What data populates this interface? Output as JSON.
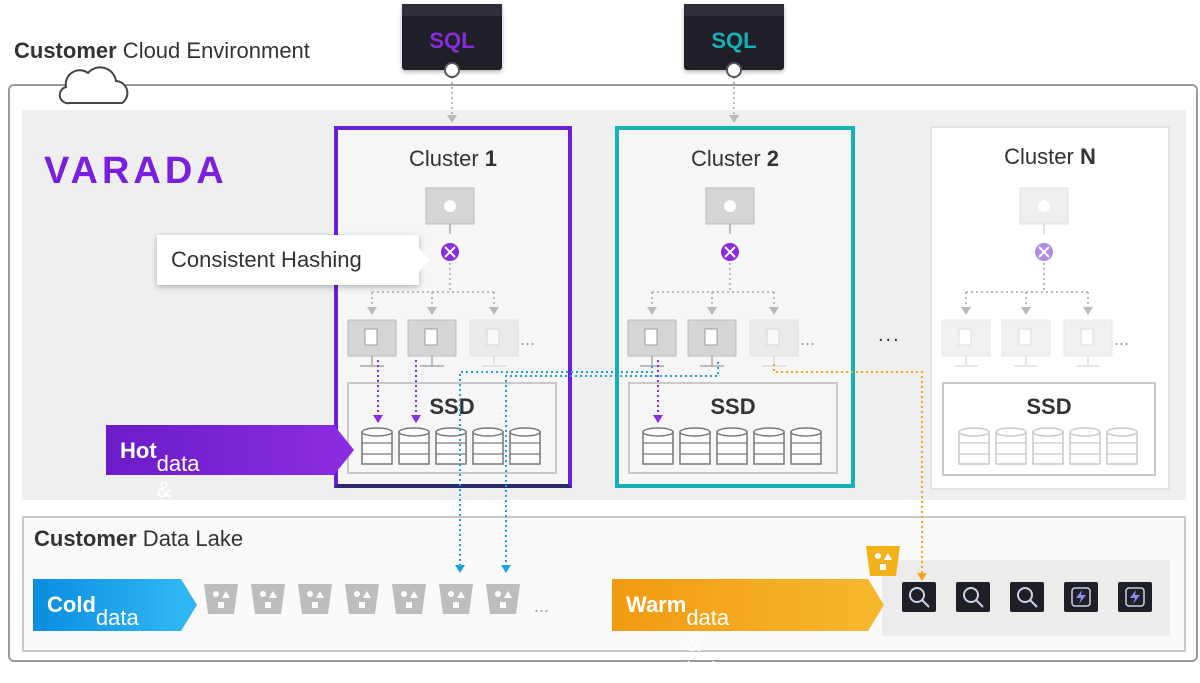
{
  "environment": {
    "title_bold": "Customer",
    "title_rest": " Cloud Environment"
  },
  "logo": "VARADA",
  "sql": [
    {
      "label": "SQL",
      "color": "#8a2be2"
    },
    {
      "label": "SQL",
      "color": "#14b2b4"
    }
  ],
  "clusters": [
    {
      "title": "Cluster ",
      "num": "1",
      "ssd": "SSD",
      "color": "#6a1fd8"
    },
    {
      "title": "Cluster ",
      "num": "2",
      "ssd": "SSD",
      "color": "#14b2b4"
    },
    {
      "title": "Cluster ",
      "num": "N",
      "ssd": "SSD",
      "color": "#e3e3e3"
    }
  ],
  "between_clusters_ellipsis": "...",
  "consistent_hashing": "Consistent Hashing",
  "hot": {
    "bold": "Hot",
    "rest": " data & index"
  },
  "lake": {
    "title_bold": "Customer",
    "title_rest": " Data Lake"
  },
  "cold": {
    "bold": "Cold",
    "rest": " data"
  },
  "warm": {
    "bold": "Warm",
    "rest": " data & index"
  },
  "colors": {
    "purple": "#8a2be2",
    "teal": "#14b2b4",
    "blue": "#1ea0e0",
    "orange": "#f2a516",
    "gray": "#b9b9b9"
  }
}
